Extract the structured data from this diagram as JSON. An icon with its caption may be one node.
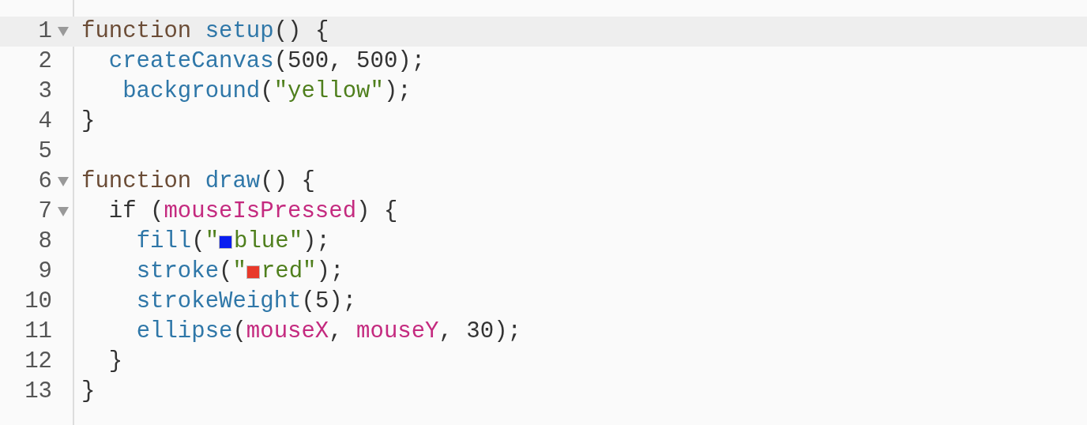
{
  "diagram": {
    "labels": [
      "1",
      "function setup() {",
      "2",
      "  createCanvas(500, 500);",
      "3",
      "   background(\"yellow\");",
      "4",
      "}",
      "5",
      "6",
      "function draw() {",
      "7",
      "  if (mouseIsPressed) {",
      "8",
      "    fill(\"",
      "\");",
      "9",
      "    stroke(\"",
      "\");",
      "10",
      "    strokeWeight(5);",
      "11",
      "    ellipse(mouseX, mouseY, 30);",
      "12",
      "  }",
      "13",
      "}"
    ],
    "legend": [
      {
        "text": "blue",
        "color": "#0a1ef0"
      },
      {
        "text": "red",
        "color": "#e8392a"
      }
    ]
  }
}
